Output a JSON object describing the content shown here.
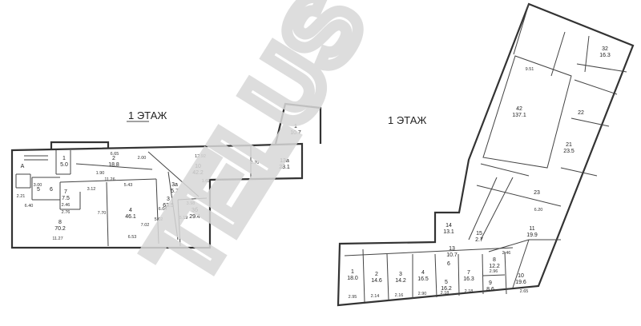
{
  "titles": {
    "left": "1  ЭТАЖ",
    "right": "1 ЭТАЖ"
  },
  "watermark": "TELUS",
  "colors": {
    "lines": "#333333",
    "watermark": "#d8d8d8",
    "background": "#ffffff"
  },
  "left_plan": {
    "rooms": [
      {
        "num": "А",
        "area": ""
      },
      {
        "num": "1",
        "area": "5.0"
      },
      {
        "num": "2",
        "area": "18.8"
      },
      {
        "num": "10",
        "area": "42.2"
      },
      {
        "num": "13а",
        "area": "23.1"
      },
      {
        "num": "1",
        "area": "10.7"
      },
      {
        "num": "7",
        "area": "7.5"
      },
      {
        "num": "8",
        "area": "70.2"
      },
      {
        "num": "4",
        "area": "46.1"
      },
      {
        "num": "3",
        "area": "63.5"
      },
      {
        "num": "3а",
        "area": "5.7"
      },
      {
        "num": "3б",
        "area": "29.4"
      },
      {
        "num": "5",
        "area": ""
      },
      {
        "num": "6",
        "area": ""
      }
    ],
    "dims": [
      "6.65",
      "2.00",
      "12.92",
      "3.70",
      "1.90",
      "11.26",
      "5.43",
      "3.12",
      "2.21",
      "6.40",
      "2.46",
      "2.76",
      "7.70",
      "7.02",
      "6.53",
      "11.27",
      "3.98",
      "5.19",
      "5.02",
      "6.04",
      "1.65",
      "3.00"
    ]
  },
  "right_plan": {
    "rooms": [
      {
        "num": "1",
        "area": "18.0"
      },
      {
        "num": "2",
        "area": "14.6"
      },
      {
        "num": "3",
        "area": "14.2"
      },
      {
        "num": "4",
        "area": "16.5"
      },
      {
        "num": "5",
        "area": "16.2"
      },
      {
        "num": "6",
        "area": ""
      },
      {
        "num": "7",
        "area": "16.3"
      },
      {
        "num": "8",
        "area": "12.2"
      },
      {
        "num": "9",
        "area": "8.6"
      },
      {
        "num": "10",
        "area": "19.6"
      },
      {
        "num": "11",
        "area": "19.9"
      },
      {
        "num": "13",
        "area": "10.7"
      },
      {
        "num": "14",
        "area": "13.1"
      },
      {
        "num": "15",
        "area": "2.7"
      },
      {
        "num": "42",
        "area": "137.1"
      },
      {
        "num": "21",
        "area": "23.5"
      },
      {
        "num": "32",
        "area": "16.3"
      },
      {
        "num": "22",
        "area": ""
      },
      {
        "num": "23",
        "area": ""
      }
    ],
    "dims": [
      "2.95",
      "2.14",
      "2.16",
      "2.90",
      "2.18",
      "2.18",
      "2.65",
      "2.46",
      "9.51",
      "6.20",
      "2.96"
    ]
  }
}
